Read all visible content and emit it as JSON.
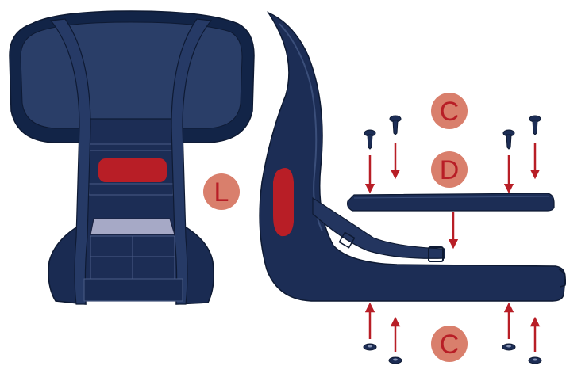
{
  "diagram": {
    "labels": {
      "L": "L",
      "C_top": "C",
      "D": "D",
      "C_bottom": "C"
    },
    "colors": {
      "seat_navy": "#203258",
      "seat_dark": "#122447",
      "seat_light": "#2e4470",
      "outline": "#0e1a33",
      "red_pad": "#b81e26",
      "gray_plate": "#a6a9c6",
      "label_circle": "#d97f6c",
      "label_text": "#b81e26",
      "arrow": "#b81e26"
    },
    "icons": [
      "seat-back-front-view",
      "seat-side-view",
      "push-rivet-icon",
      "washer-icon",
      "seat-plate",
      "down-arrow-icon",
      "up-arrow-icon"
    ]
  }
}
